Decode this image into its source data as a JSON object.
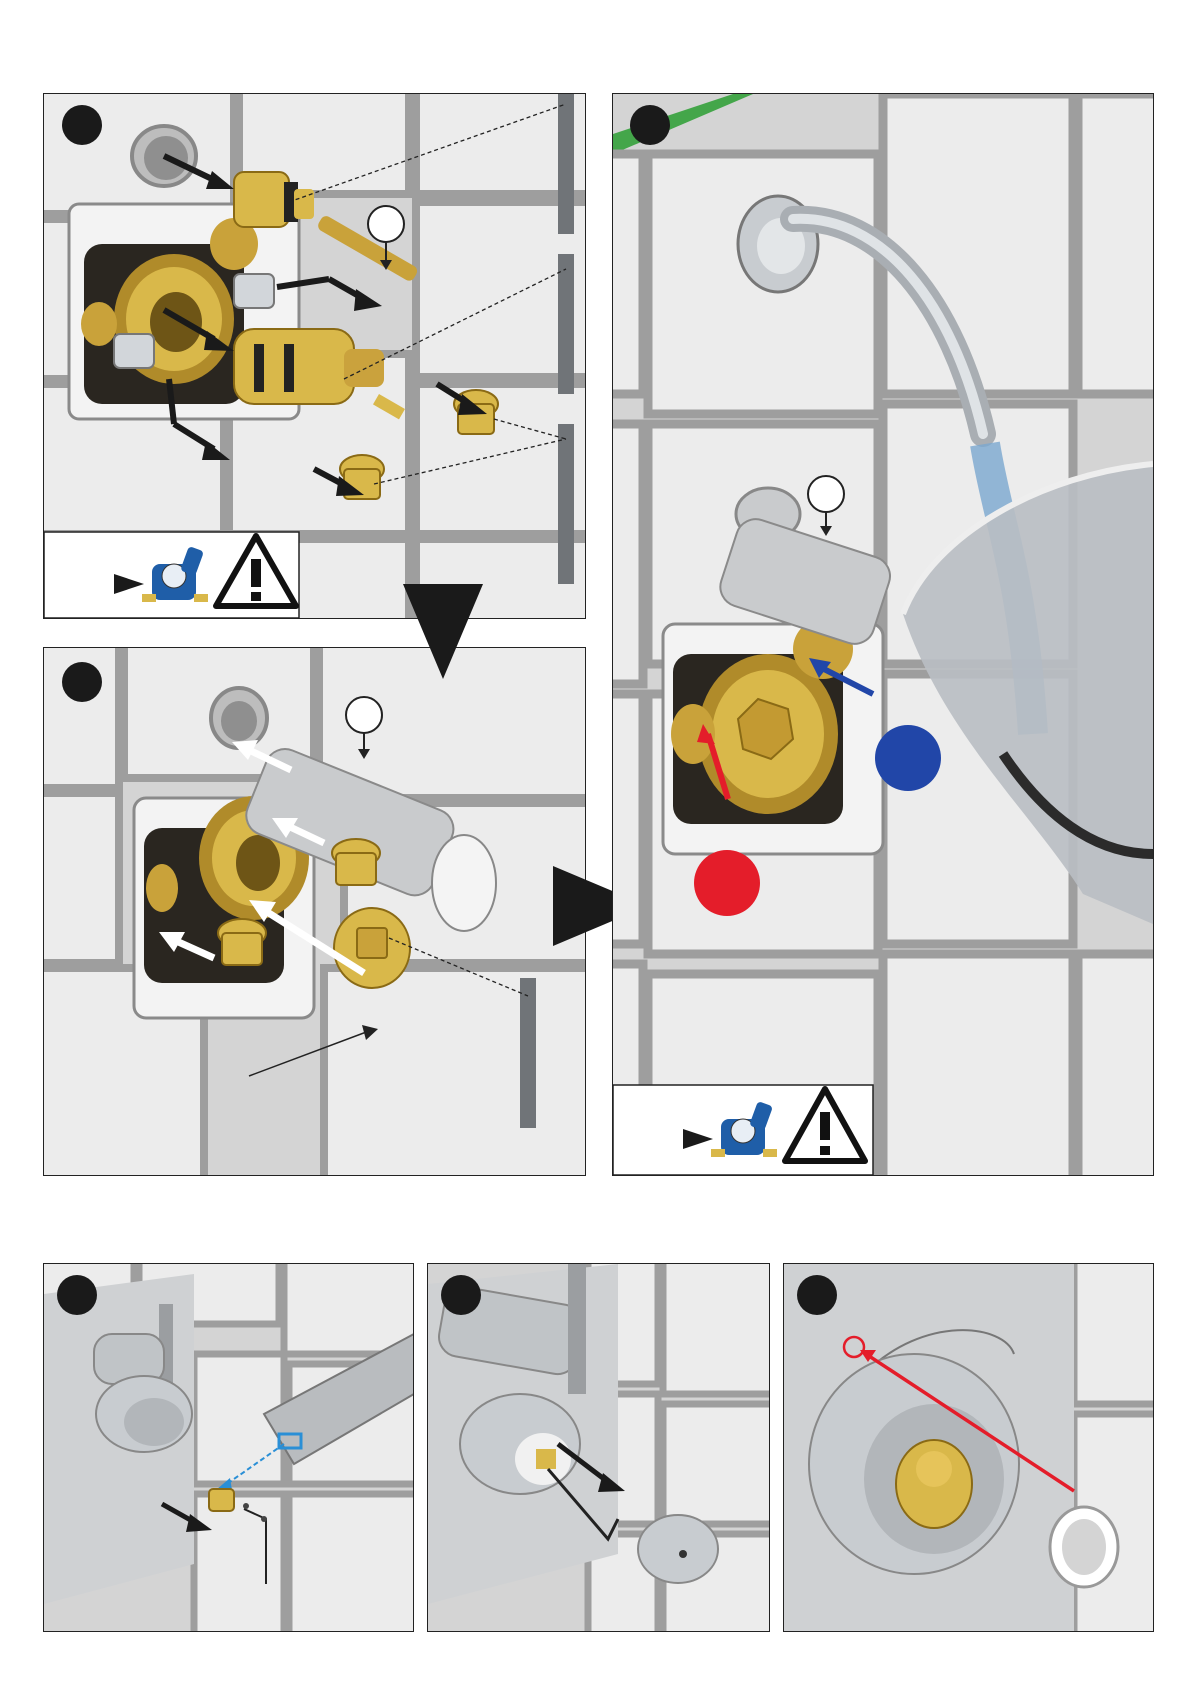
{
  "diagram": {
    "steps": [
      {
        "id": "step-1",
        "text": ""
      },
      {
        "id": "step-2",
        "text": ""
      },
      {
        "id": "step-3",
        "text": ""
      },
      {
        "id": "step-4",
        "text": ""
      },
      {
        "id": "step-5",
        "text": ""
      },
      {
        "id": "step-6",
        "text": ""
      }
    ],
    "icons": [
      "water-meter-icon",
      "warning-triangle-icon",
      "hot-water-marker",
      "cold-water-marker"
    ],
    "colors": {
      "brass": "#d9b84a",
      "hot": "#e41d2a",
      "cold": "#2146a8",
      "tile": "#e7e7e7",
      "grout": "#9c9c9c",
      "chrome": "#c8ccd0"
    }
  }
}
